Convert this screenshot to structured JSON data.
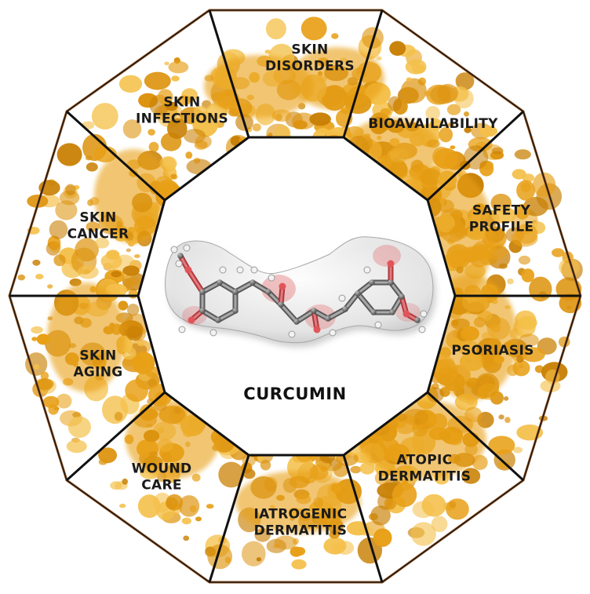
{
  "center": {
    "title": "CURCUMIN",
    "image": "curcumin-molecule-3d"
  },
  "segments": [
    {
      "id": "skin-disorders",
      "lines": [
        "SKIN",
        "DISORDERS"
      ]
    },
    {
      "id": "bioavailability",
      "lines": [
        "BIOAVAILABILITY"
      ]
    },
    {
      "id": "safety-profile",
      "lines": [
        "SAFETY",
        "PROFILE"
      ]
    },
    {
      "id": "psoriasis",
      "lines": [
        "PSORIASIS"
      ]
    },
    {
      "id": "atopic-dermatitis",
      "lines": [
        "ATOPIC",
        "DERMATITIS"
      ]
    },
    {
      "id": "iatrogenic-dermatitis",
      "lines": [
        "IATROGENIC",
        "DERMATITIS"
      ]
    },
    {
      "id": "wound-care",
      "lines": [
        "WOUND",
        "CARE"
      ]
    },
    {
      "id": "skin-aging",
      "lines": [
        "SKIN",
        "AGING"
      ]
    },
    {
      "id": "skin-cancer",
      "lines": [
        "SKIN",
        "CANCER"
      ]
    },
    {
      "id": "skin-infections",
      "lines": [
        "SKIN",
        "INFECTIONS"
      ]
    }
  ],
  "colors": {
    "border": "#8a4e1e",
    "powder": "#e8a017",
    "powder_dark": "#c98106",
    "powder_light": "#f4c04a",
    "oxygen": "#e0555a",
    "carbon": "#6e6e6e",
    "hydrogen": "#f2f2f2"
  }
}
